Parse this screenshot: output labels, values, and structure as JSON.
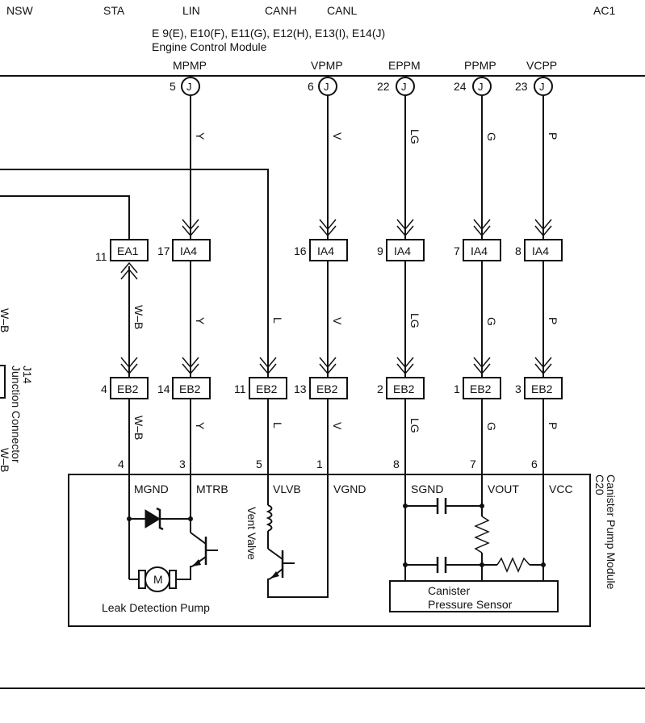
{
  "top_bar": {
    "labels": [
      "NSW",
      "STA",
      "LIN",
      "CANH",
      "CANL",
      "AC1"
    ]
  },
  "ecm": {
    "connectors": "E 9(E), E10(F), E11(G), E12(H), E13(I), E14(J)",
    "title": "Engine Control Module"
  },
  "ecm_pins": [
    {
      "signal": "MPMP",
      "pin": "5",
      "connector": "J",
      "color": "Y"
    },
    {
      "signal": "VPMP",
      "pin": "6",
      "connector": "J",
      "color": "V"
    },
    {
      "signal": "EPPM",
      "pin": "22",
      "connector": "J",
      "color": "LG"
    },
    {
      "signal": "PPMP",
      "pin": "24",
      "connector": "J",
      "color": "G"
    },
    {
      "signal": "VCPP",
      "pin": "23",
      "connector": "J",
      "color": "P"
    }
  ],
  "ea1": {
    "pin": "11",
    "name": "EA1",
    "color": "W–B"
  },
  "ia4": [
    {
      "pin": "17",
      "name": "IA4"
    },
    {
      "pin": "16",
      "name": "IA4"
    },
    {
      "pin": "9",
      "name": "IA4"
    },
    {
      "pin": "7",
      "name": "IA4"
    },
    {
      "pin": "8",
      "name": "IA4"
    }
  ],
  "mid_colors": [
    "Y",
    "L",
    "V",
    "LG",
    "G",
    "P"
  ],
  "eb2": [
    {
      "pin": "4",
      "name": "EB2",
      "color": "W–B"
    },
    {
      "pin": "14",
      "name": "EB2",
      "color": "Y"
    },
    {
      "pin": "11",
      "name": "EB2",
      "color": "L"
    },
    {
      "pin": "13",
      "name": "EB2",
      "color": "V"
    },
    {
      "pin": "2",
      "name": "EB2",
      "color": "LG"
    },
    {
      "pin": "1",
      "name": "EB2",
      "color": "G"
    },
    {
      "pin": "3",
      "name": "EB2",
      "color": "P"
    }
  ],
  "module": {
    "id": "C20",
    "title": "Canister Pump Module",
    "pins": [
      {
        "pin": "4",
        "name": "MGND"
      },
      {
        "pin": "3",
        "name": "MTRB"
      },
      {
        "pin": "5",
        "name": "VLVB"
      },
      {
        "pin": "1",
        "name": "VGND"
      },
      {
        "pin": "8",
        "name": "SGND"
      },
      {
        "pin": "7",
        "name": "VOUT"
      },
      {
        "pin": "6",
        "name": "VCC"
      }
    ],
    "motor_symbol": "M",
    "leak_pump": "Leak Detection Pump",
    "vent_valve": "Vent Valve",
    "sensor_line1": "Canister",
    "sensor_line2": "Pressure Sensor"
  },
  "junction": {
    "id": "J14",
    "title": "Junction Connector",
    "wire_color": "W–B"
  }
}
